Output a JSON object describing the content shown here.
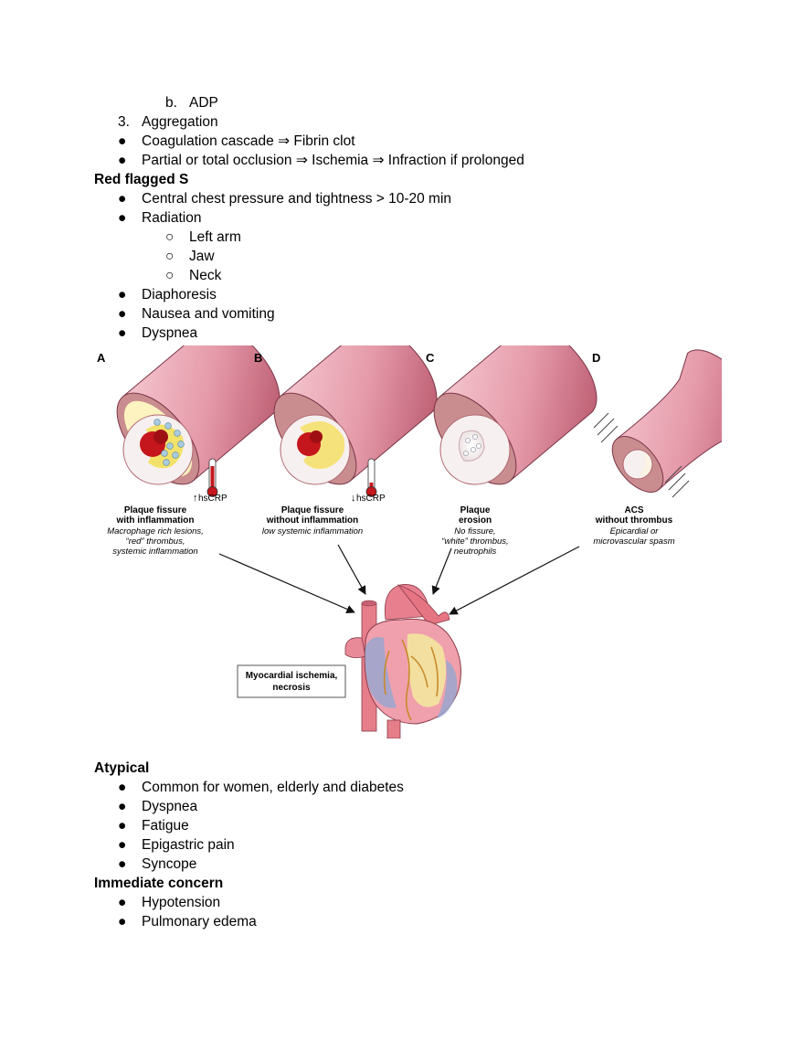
{
  "top_list": {
    "sub_item_b": {
      "marker": "b.",
      "text": "ADP"
    },
    "item_3": {
      "marker": "3.",
      "text": "Aggregation"
    },
    "bullets": [
      {
        "marker": "●",
        "text": "Coagulation cascade ⇒ Fibrin clot"
      },
      {
        "marker": "●",
        "text": "Partial or total occlusion ⇒ Ischemia ⇒ Infraction if prolonged"
      }
    ]
  },
  "red_flagged": {
    "heading": "Red flagged S",
    "item_chest": {
      "marker": "●",
      "text": "Central chest pressure and tightness > 10-20 min"
    },
    "item_radiation": {
      "marker": "●",
      "text": "Radiation"
    },
    "radiation_sub": [
      {
        "marker": "○",
        "text": "Left arm"
      },
      {
        "marker": "○",
        "text": "Jaw"
      },
      {
        "marker": "○",
        "text": "Neck"
      }
    ],
    "items_after": [
      {
        "marker": "●",
        "text": "Diaphoresis"
      },
      {
        "marker": "●",
        "text": "Nausea and vomiting"
      },
      {
        "marker": "●",
        "text": "Dyspnea"
      }
    ]
  },
  "figure": {
    "panels": [
      {
        "letter": "A",
        "title1": "Plaque fissure",
        "title2": "with inflammation",
        "desc": [
          "Macrophage rich lesions,",
          "“red” thrombus,",
          "systemic inflammation"
        ],
        "marker": "hsCRP"
      },
      {
        "letter": "B",
        "title1": "Plaque fissure",
        "title2": "without inflammation",
        "desc": [
          "low systemic inflammation"
        ],
        "marker": "hsCRP"
      },
      {
        "letter": "C",
        "title1": "Plaque",
        "title2": "erosion",
        "desc": [
          "No fissure,",
          "“white” thrombus,",
          "neutrophils"
        ]
      },
      {
        "letter": "D",
        "title1": "ACS",
        "title2": "without thrombus",
        "desc": [
          "Epicardial or",
          "microvascular spasm"
        ]
      }
    ],
    "heart_label": [
      "Myocardial ischemia,",
      "necrosis"
    ]
  },
  "atypical": {
    "heading": "Atypical",
    "items": [
      {
        "marker": "●",
        "text": "Common for women, elderly and diabetes"
      },
      {
        "marker": "●",
        "text": "Dyspnea"
      },
      {
        "marker": "●",
        "text": "Fatigue"
      },
      {
        "marker": "●",
        "text": "Epigastric pain"
      },
      {
        "marker": "●",
        "text": "Syncope"
      }
    ]
  },
  "immediate": {
    "heading": "Immediate concern",
    "items": [
      {
        "marker": "●",
        "text": "Hypotension"
      },
      {
        "marker": "●",
        "text": "Pulmonary edema"
      }
    ]
  }
}
